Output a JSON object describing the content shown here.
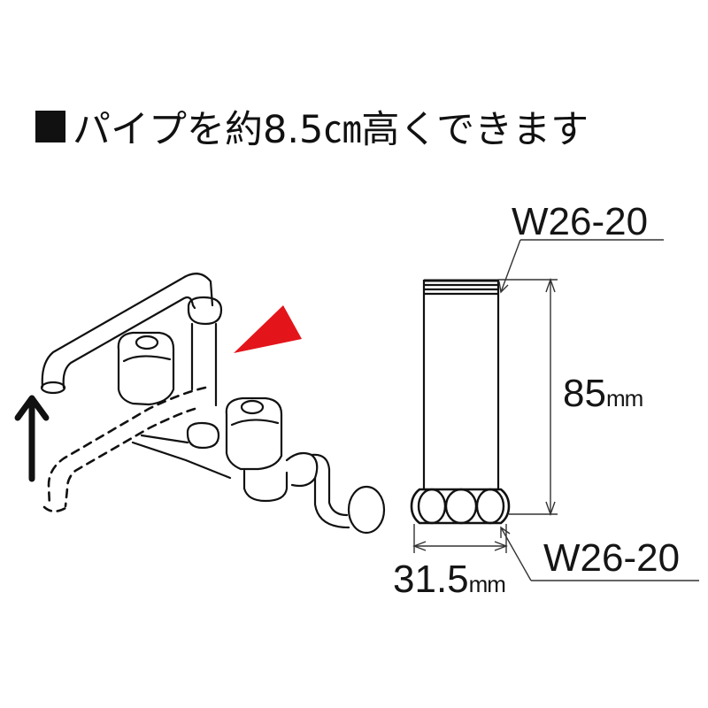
{
  "heading": {
    "bullet_icon": "black-square",
    "text": "パイプを約8.5㎝高くできます"
  },
  "callouts": {
    "top_thread": "W26-20",
    "bottom_thread": "W26-20"
  },
  "dimensions": {
    "length_value": "85",
    "length_unit": "mm",
    "width_value": "31.5",
    "width_unit": "mm"
  },
  "colors": {
    "indicator_red": "#e3151b",
    "line": "#111111"
  },
  "illustration": {
    "faucet": "two-handle wall faucet with raised spout",
    "arrow": "up-arrow",
    "extension_pipe": "threaded pipe with hex nut"
  }
}
